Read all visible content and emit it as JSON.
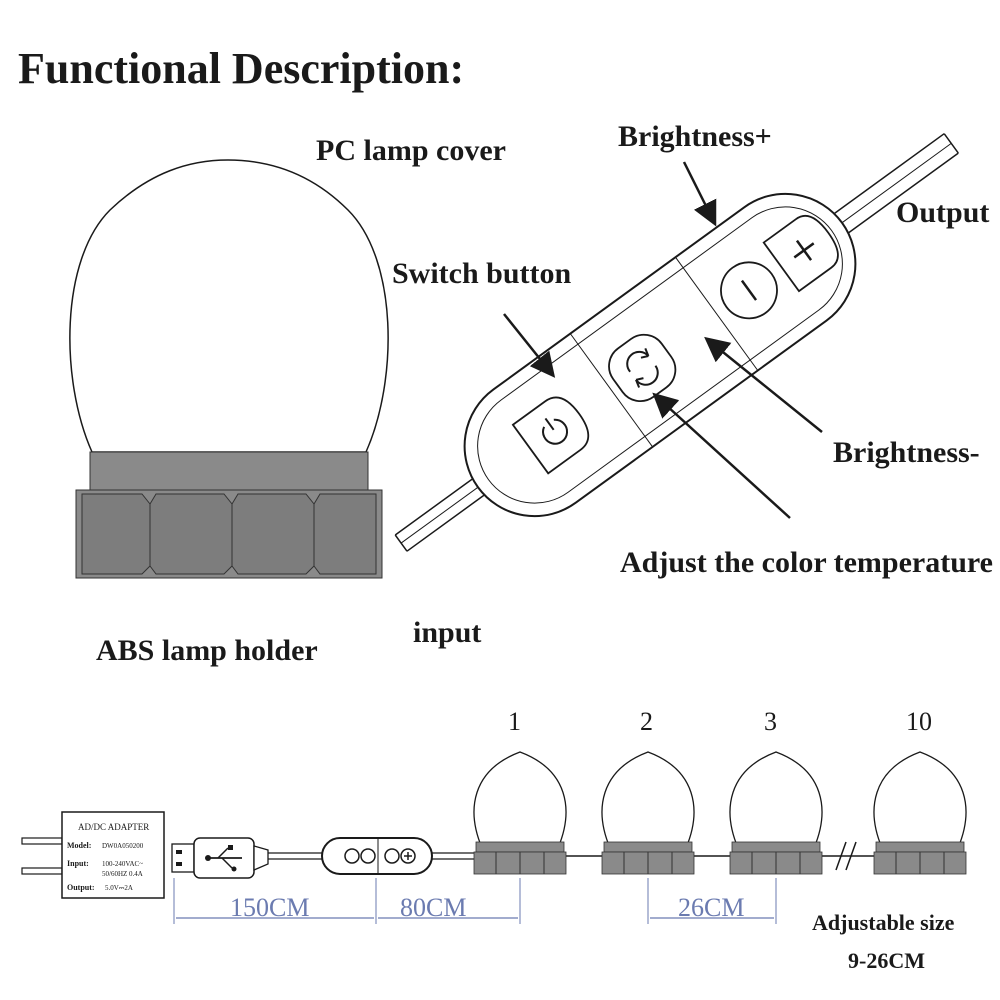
{
  "title": "Functional Description:",
  "labels": {
    "pc_lamp_cover": "PC lamp cover",
    "abs_lamp_holder": "ABS lamp holder",
    "brightness_plus": "Brightness+",
    "output": "Output",
    "switch_button": "Switch button",
    "brightness_minus": "Brightness-",
    "adjust_color_temp": "Adjust the color temperature",
    "input": "input"
  },
  "bulb_numbers": [
    "1",
    "2",
    "3",
    "10"
  ],
  "dimensions": {
    "adapter_cable": "150CM",
    "controller_cable": "80CM",
    "bulb_spacing": "26CM"
  },
  "adjustable": {
    "line1": "Adjustable size",
    "line2": "9-26CM"
  },
  "adapter": {
    "title": "AD/DC ADAPTER",
    "model_label": "Model:",
    "model_value": "DW0A050200",
    "input_label": "Input:",
    "input_value": "100-240VAC~",
    "input_value2": "50/60HZ 0.4A",
    "output_label": "Output:",
    "output_value": "5.0V⎓2A"
  },
  "colors": {
    "line": "#1a1a1a",
    "holder_gray": "#8a8a8a",
    "dim_blue": "#6b7bb0"
  }
}
